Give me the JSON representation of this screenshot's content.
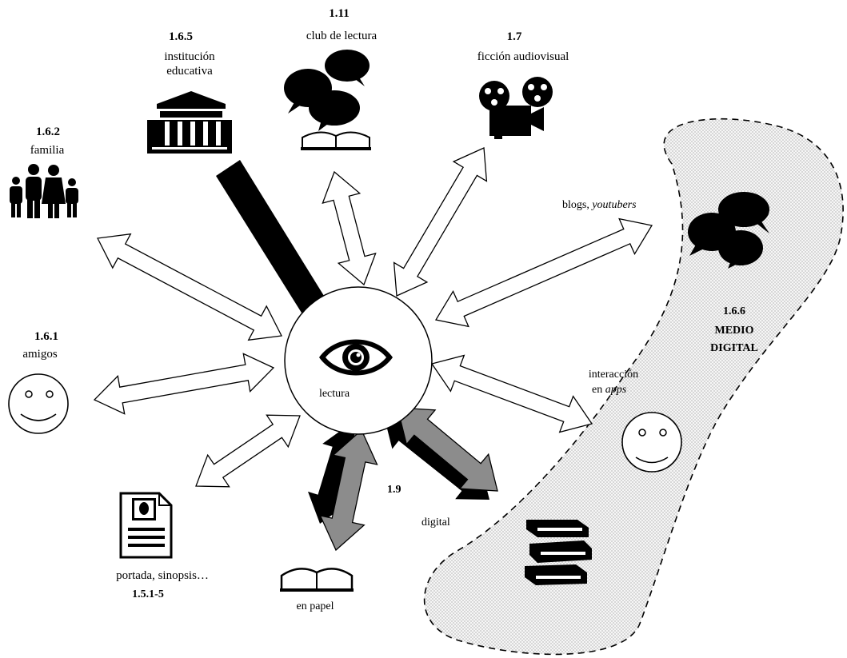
{
  "center": {
    "label": "lectura",
    "icon": "eye-icon"
  },
  "nodes": {
    "amigos": {
      "code": "1.6.1",
      "label": "amigos",
      "icon": "smiley-icon"
    },
    "familia": {
      "code": "1.6.2",
      "label": "familia",
      "icon": "family-icon"
    },
    "institucion": {
      "code": "1.6.5",
      "label_line1": "institución",
      "label_line2": "educativa",
      "icon": "school-building-icon"
    },
    "club": {
      "code": "1.11",
      "label": "club de lectura",
      "icon": "speech-bubbles-book-icon"
    },
    "ficcion": {
      "code": "1.7",
      "label": "ficción audiovisual",
      "icon": "film-projector-icon"
    },
    "blogs": {
      "label_plain": "blogs, ",
      "label_italic": "youtubers",
      "icon": "speech-bubbles-icon"
    },
    "interaccion": {
      "label_line1": "interacción",
      "label_line2_plain": "en ",
      "label_line2_italic": "apps",
      "icon": "smiley-icon"
    },
    "portada": {
      "label": "portada, sinopsis…",
      "code": "1.5.1-5",
      "icon": "document-icon"
    },
    "papel": {
      "label": "en papel",
      "icon": "open-book-icon"
    },
    "digital": {
      "label": "digital",
      "icon": "book-stack-icon"
    },
    "soporte": {
      "code": "1.9"
    }
  },
  "medio_digital": {
    "code": "1.6.6",
    "title_line1": "MEDIO",
    "title_line2": "DIGITAL"
  },
  "colors": {
    "ink": "#000000",
    "paper": "#ffffff",
    "gray_arrow": "#8c8c8c",
    "dots": "#9a9a9a",
    "region": "#f4f4f4"
  }
}
